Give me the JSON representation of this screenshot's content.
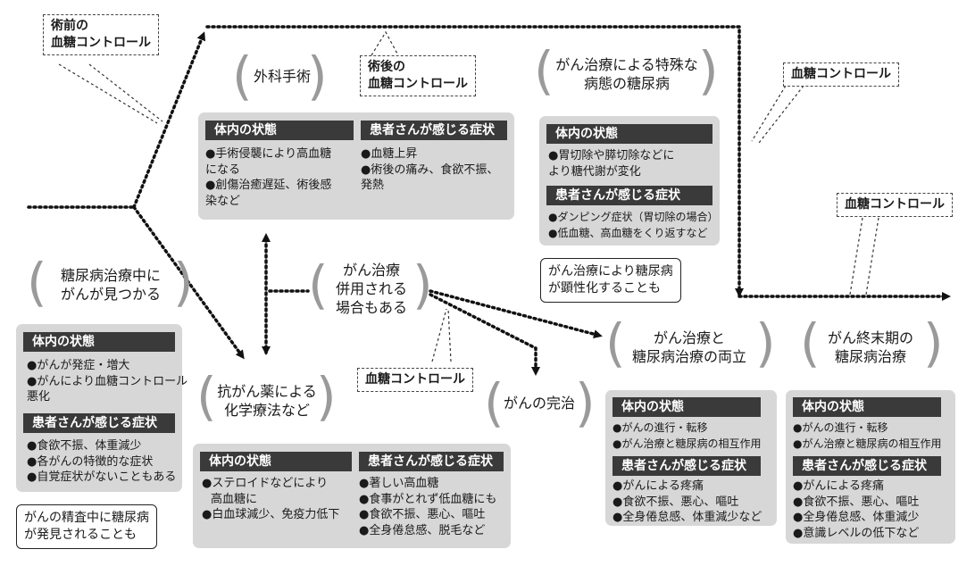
{
  "labels": {
    "pre_op": [
      "術前の",
      "血糖コントロール"
    ],
    "post_op": [
      "術後の",
      "血糖コントロール"
    ],
    "glucose_1": "血糖コントロール",
    "glucose_2": "血糖コントロール",
    "glucose_3": "血糖コントロール"
  },
  "stages": {
    "found": [
      "糖尿病治療中に",
      "がんが見つかる"
    ],
    "surgery": [
      "外科手術"
    ],
    "special": [
      "がん治療による特殊な",
      "病態の糖尿病"
    ],
    "combined": [
      "がん治療",
      "併用される",
      "場合もある"
    ],
    "chemo": [
      "抗がん薬による",
      "化学療法など"
    ],
    "cure": [
      "がんの完治"
    ],
    "both": [
      "がん治療と",
      "糖尿病治療の両立"
    ],
    "terminal": [
      "がん終末期の",
      "糖尿病治療"
    ]
  },
  "headers": {
    "body_state": "体内の状態",
    "symptoms": "患者さんが感じる症状"
  },
  "boxes": {
    "found": {
      "body": [
        "●がんが発症・増大",
        "●がんにより血糖コントロール",
        "悪化"
      ],
      "symptoms": [
        "●食欲不振、体重減少",
        "●各がんの特徴的な症状",
        "●自覚症状がないこともある"
      ]
    },
    "surgery": {
      "body": [
        "●手術侵襲により高血糖",
        "になる",
        "●創傷治癒遅延、術後感",
        "染など"
      ],
      "symptoms": [
        "●血糖上昇",
        "●術後の痛み、食欲不振、",
        "発熱"
      ]
    },
    "special": {
      "body": [
        "●胃切除や膵切除などに",
        "より糖代謝が変化"
      ],
      "symptoms": [
        "●ダンピング症状（胃切除の場合）",
        "●低血糖、高血糖をくり返すなど"
      ]
    },
    "chemo": {
      "body": [
        "●ステロイドなどにより",
        "高血糖に",
        "●白血球減少、免疫力低下"
      ],
      "symptoms": [
        "●著しい高血糖",
        "●食事がとれず低血糖にも",
        "●食欲不振、悪心、嘔吐",
        "●全身倦怠感、脱毛など"
      ]
    },
    "both": {
      "body": [
        "●がんの進行・転移",
        "●がん治療と糖尿病の相互作用"
      ],
      "symptoms": [
        "●がんによる疼痛",
        "●食欲不振、悪心、嘔吐",
        "●全身倦怠感、体重減少など"
      ]
    },
    "terminal": {
      "body": [
        "●がんの進行・転移",
        "●がん治療と糖尿病の相互作用"
      ],
      "symptoms": [
        "●がんによる疼痛",
        "●食欲不振、悪心、嘔吐",
        "●全身倦怠感、体重減少",
        "●意識レベルの低下など"
      ]
    }
  },
  "notes": {
    "found": [
      "がんの精査中に糖尿病",
      "が発見されることも"
    ],
    "special": [
      "がん治療により糖尿病",
      "が顕性化することも"
    ]
  }
}
